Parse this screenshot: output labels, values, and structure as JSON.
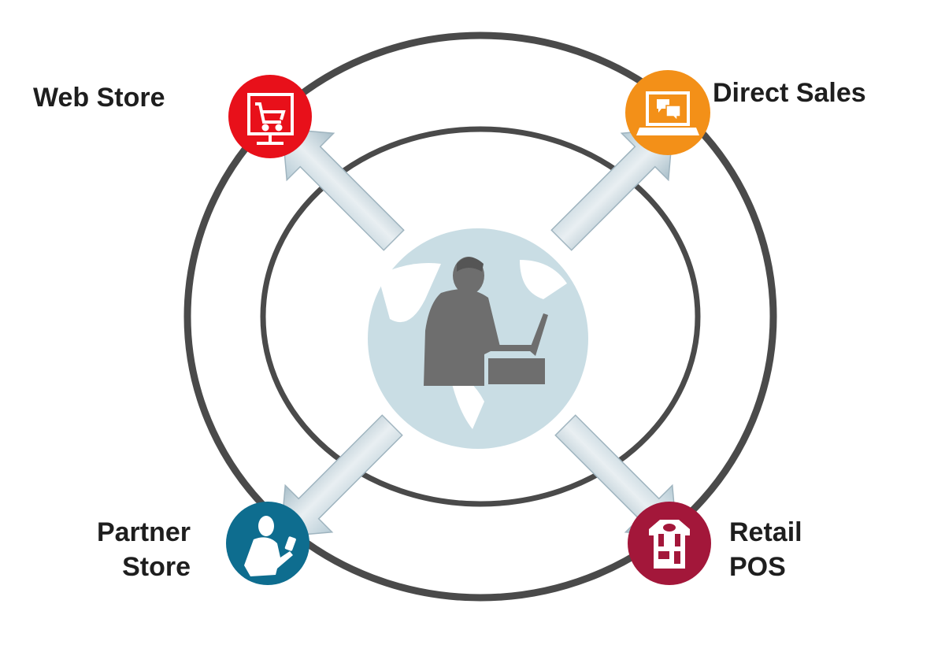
{
  "nodes": [
    {
      "label": "Web Store",
      "color": "#e8101a",
      "icon": "shopping-cart-monitor-icon"
    },
    {
      "label": "Direct Sales",
      "color": "#f39018",
      "icon": "laptop-chat-icon"
    },
    {
      "label_line1": "Partner",
      "label_line2": "Store",
      "color": "#0e6d8f",
      "icon": "person-phone-icon"
    },
    {
      "label_line1": "Retail",
      "label_line2": "POS",
      "color": "#a3173a",
      "icon": "storefront-icon"
    }
  ],
  "center": {
    "icon": "person-laptop-globe-icon",
    "globe_color": "#c9dde4",
    "figure_color": "#6e6e6e"
  },
  "ring_color": "#4a4a4a"
}
